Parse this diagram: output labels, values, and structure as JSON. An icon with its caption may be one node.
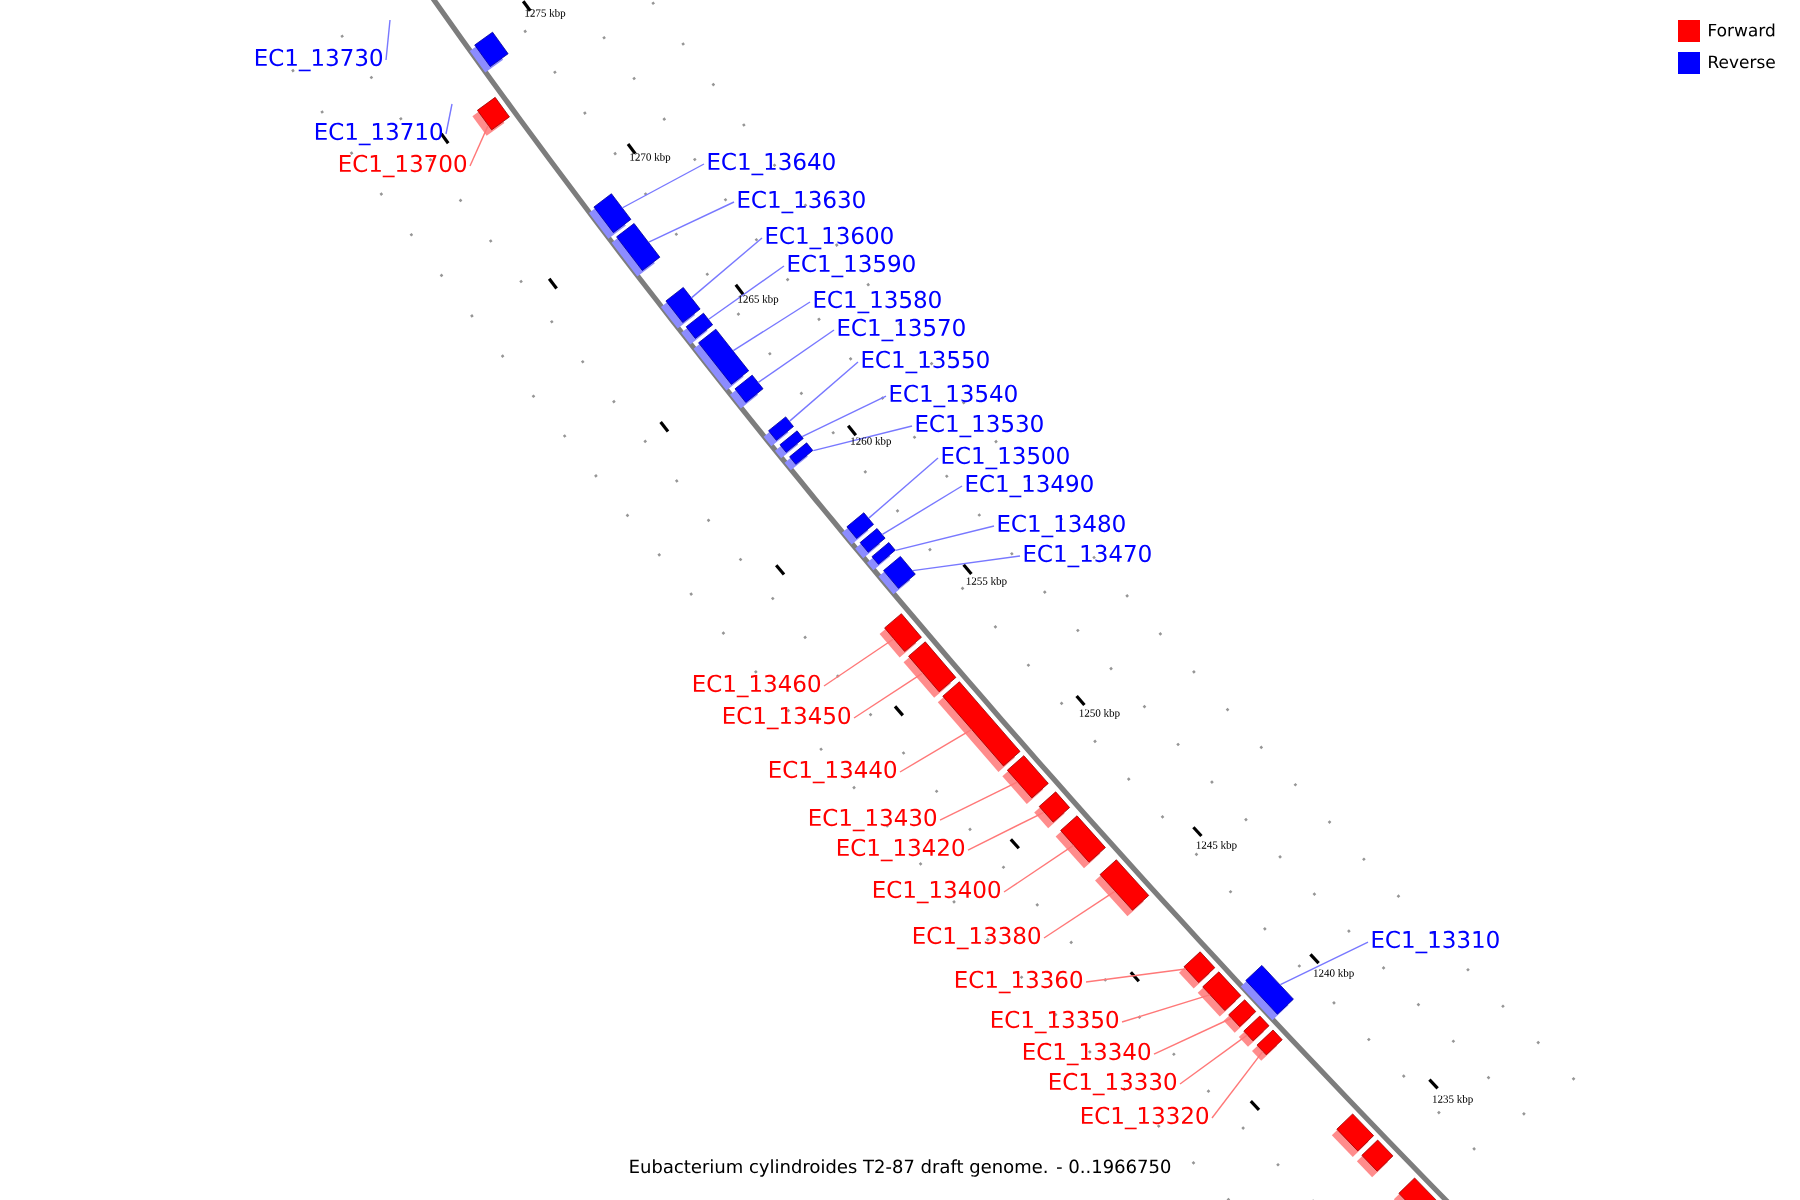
{
  "diagram": {
    "caption": "Eubacterium cylindroides T2-87 draft genome. - 0..1966750",
    "nodes": [
      {
        "text": [
          "EC1_13730"
        ]
      },
      {
        "text": [
          "EC1_13710"
        ]
      },
      {
        "text": [
          "EC1_13700"
        ]
      },
      {
        "text": [
          "EC1_13640"
        ]
      },
      {
        "text": [
          "EC1_13630"
        ]
      },
      {
        "text": [
          "EC1_13600"
        ]
      },
      {
        "text": [
          "EC1_13590"
        ]
      },
      {
        "text": [
          "EC1_13580"
        ]
      },
      {
        "text": [
          "EC1_13570"
        ]
      },
      {
        "text": [
          "EC1_13550"
        ]
      },
      {
        "text": [
          "EC1_13540"
        ]
      },
      {
        "text": [
          "EC1_13530"
        ]
      },
      {
        "text": [
          "EC1_13500"
        ]
      },
      {
        "text": [
          "EC1_13490"
        ]
      },
      {
        "text": [
          "EC1_13480"
        ]
      },
      {
        "text": [
          "EC1_13470"
        ]
      },
      {
        "text": [
          "EC1_13460"
        ]
      },
      {
        "text": [
          "EC1_13450"
        ]
      },
      {
        "text": [
          "EC1_13440"
        ]
      },
      {
        "text": [
          "EC1_13430"
        ]
      },
      {
        "text": [
          "EC1_13420"
        ]
      },
      {
        "text": [
          "EC1_13400"
        ]
      },
      {
        "text": [
          "EC1_13380"
        ]
      },
      {
        "text": [
          "EC1_13360"
        ]
      },
      {
        "text": [
          "EC1_13350"
        ]
      },
      {
        "text": [
          "EC1_13340"
        ]
      },
      {
        "text": [
          "EC1_13330"
        ]
      },
      {
        "text": [
          "EC1_13320"
        ]
      },
      {
        "text": [
          "EC1_13310"
        ]
      },
      {
        "text": [],
        "shape": "box"
      },
      {
        "text": [],
        "shape": "box"
      },
      {
        "text": [],
        "shape": "box"
      },
      {
        "text": [],
        "shape": "box"
      },
      {
        "text": [],
        "shape": "box"
      },
      {
        "text": [],
        "shape": "box"
      },
      {
        "text": [],
        "shape": "box"
      },
      {
        "text": [],
        "shape": "box"
      },
      {
        "text": [],
        "shape": "box"
      },
      {
        "text": [],
        "shape": "box"
      },
      {
        "text": [],
        "shape": "box"
      },
      {
        "text": [],
        "shape": "box"
      },
      {
        "text": [],
        "shape": "box"
      },
      {
        "text": [],
        "shape": "box"
      },
      {
        "text": [],
        "shape": "box"
      },
      {
        "text": [],
        "shape": "box"
      },
      {
        "text": [],
        "shape": "box"
      },
      {
        "text": [],
        "shape": "box"
      },
      {
        "text": [],
        "shape": "box"
      },
      {
        "text": [],
        "shape": "box"
      },
      {
        "text": [],
        "shape": "box"
      },
      {
        "text": [],
        "shape": "box"
      },
      {
        "text": [],
        "shape": "box"
      },
      {
        "text": [],
        "shape": "box"
      },
      {
        "text": [],
        "shape": "box"
      },
      {
        "text": [],
        "shape": "box"
      },
      {
        "text": [],
        "shape": "box"
      },
      {
        "text": [],
        "shape": "box"
      },
      {
        "text": [],
        "shape": "box"
      },
      {
        "text": [],
        "shape": "box"
      },
      {
        "text": [],
        "shape": "box"
      }
    ],
    "edges": [
      {
        "from": 0,
        "to": null,
        "arrow": "none",
        "color": "#7878ff"
      },
      {
        "from": 1,
        "to": null,
        "arrow": "none",
        "color": "#7878ff"
      },
      {
        "from": 2,
        "to": 30,
        "arrow": "none",
        "color": "#ff7878"
      },
      {
        "from": 3,
        "to": 31,
        "arrow": "none",
        "color": "#7878ff"
      },
      {
        "from": 4,
        "to": 32,
        "arrow": "none",
        "color": "#7878ff"
      },
      {
        "from": 5,
        "to": 33,
        "arrow": "none",
        "color": "#7878ff"
      },
      {
        "from": 6,
        "to": 34,
        "arrow": "none",
        "color": "#7878ff"
      },
      {
        "from": 7,
        "to": 35,
        "arrow": "none",
        "color": "#7878ff"
      },
      {
        "from": 8,
        "to": 36,
        "arrow": "none",
        "color": "#7878ff"
      },
      {
        "from": 9,
        "to": 37,
        "arrow": "none",
        "color": "#7878ff"
      },
      {
        "from": 10,
        "to": 38,
        "arrow": "none",
        "color": "#7878ff"
      },
      {
        "from": 11,
        "to": 39,
        "arrow": "none",
        "color": "#7878ff"
      },
      {
        "from": 12,
        "to": 40,
        "arrow": "none",
        "color": "#7878ff"
      },
      {
        "from": 13,
        "to": 41,
        "arrow": "none",
        "color": "#7878ff"
      },
      {
        "from": 14,
        "to": 42,
        "arrow": "none",
        "color": "#7878ff"
      },
      {
        "from": 15,
        "to": 43,
        "arrow": "none",
        "color": "#7878ff"
      },
      {
        "from": 16,
        "to": 44,
        "arrow": "none",
        "color": "#ff7878"
      },
      {
        "from": 17,
        "to": 45,
        "arrow": "none",
        "color": "#ff7878"
      },
      {
        "from": 18,
        "to": 46,
        "arrow": "none",
        "color": "#ff7878"
      },
      {
        "from": 19,
        "to": 47,
        "arrow": "none",
        "color": "#ff7878"
      },
      {
        "from": 20,
        "to": 48,
        "arrow": "none",
        "color": "#ff7878"
      },
      {
        "from": 21,
        "to": 49,
        "arrow": "none",
        "color": "#ff7878"
      },
      {
        "from": 22,
        "to": 50,
        "arrow": "none",
        "color": "#ff7878"
      },
      {
        "from": 23,
        "to": 51,
        "arrow": "none",
        "color": "#ff7878"
      },
      {
        "from": 24,
        "to": 52,
        "arrow": "none",
        "color": "#ff7878"
      },
      {
        "from": 25,
        "to": 53,
        "arrow": "none",
        "color": "#ff7878"
      },
      {
        "from": 26,
        "to": 54,
        "arrow": "none",
        "color": "#ff7878"
      },
      {
        "from": 27,
        "to": 55,
        "arrow": "none",
        "color": "#ff7878"
      },
      {
        "from": 28,
        "to": 56,
        "arrow": "none",
        "color": "#7878ff"
      }
    ],
    "labels": [
      "1275 kbp",
      "1270 kbp",
      "1265 kbp",
      "1260 kbp",
      "1255 kbp",
      "1250 kbp",
      "1245 kbp",
      "1240 kbp",
      "1235 kbp"
    ],
    "legend": [
      {
        "text": "Forward",
        "color": "#ff0000"
      },
      {
        "text": "Reverse",
        "color": "#0000ff"
      }
    ]
  }
}
